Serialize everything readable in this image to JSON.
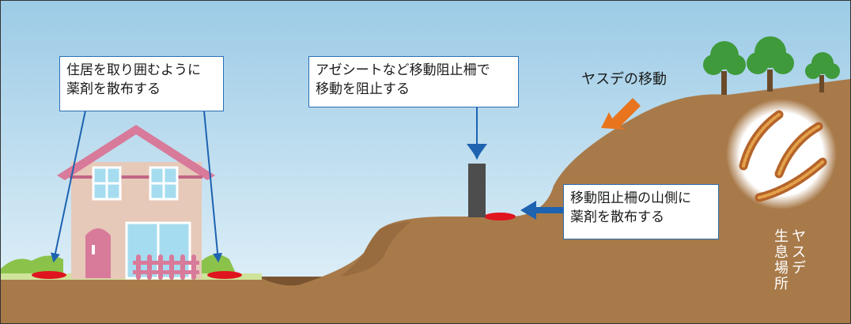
{
  "callouts": {
    "house": {
      "line1": "住居を取り囲むように",
      "line2": "薬剤を散布する"
    },
    "barrier": {
      "line1": "アゼシートなど移動阻止柵で",
      "line2": "移動を阻止する"
    },
    "hillside": {
      "line1": "移動阻止柵の山側に",
      "line2": "薬剤を散布する"
    }
  },
  "labels": {
    "migration": "ヤスデの移動",
    "habitat_col1": [
      "ヤ",
      "ス",
      "デ"
    ],
    "habitat_col2": [
      "生",
      "息",
      "場",
      "所"
    ]
  },
  "colors": {
    "sky_top": "#9ccbe6",
    "sky_bottom": "#e4f2f9",
    "soil": "#a87a4a",
    "soil_dark": "#6b4a2a",
    "callout_border": "#2a6fb6",
    "arrow_blue": "#1e63b0",
    "arrow_orange": "#e8741e",
    "chemical_red": "#e0141e",
    "roof": "#d87a9a",
    "wall": "#e6c9b8",
    "grass": "#8bc34a",
    "tree": "#3f9a3b"
  },
  "icons": {
    "millipede": "millipede-illustration",
    "tree": "tree-icon",
    "house": "house-illustration",
    "barrier": "barrier-post-icon"
  }
}
